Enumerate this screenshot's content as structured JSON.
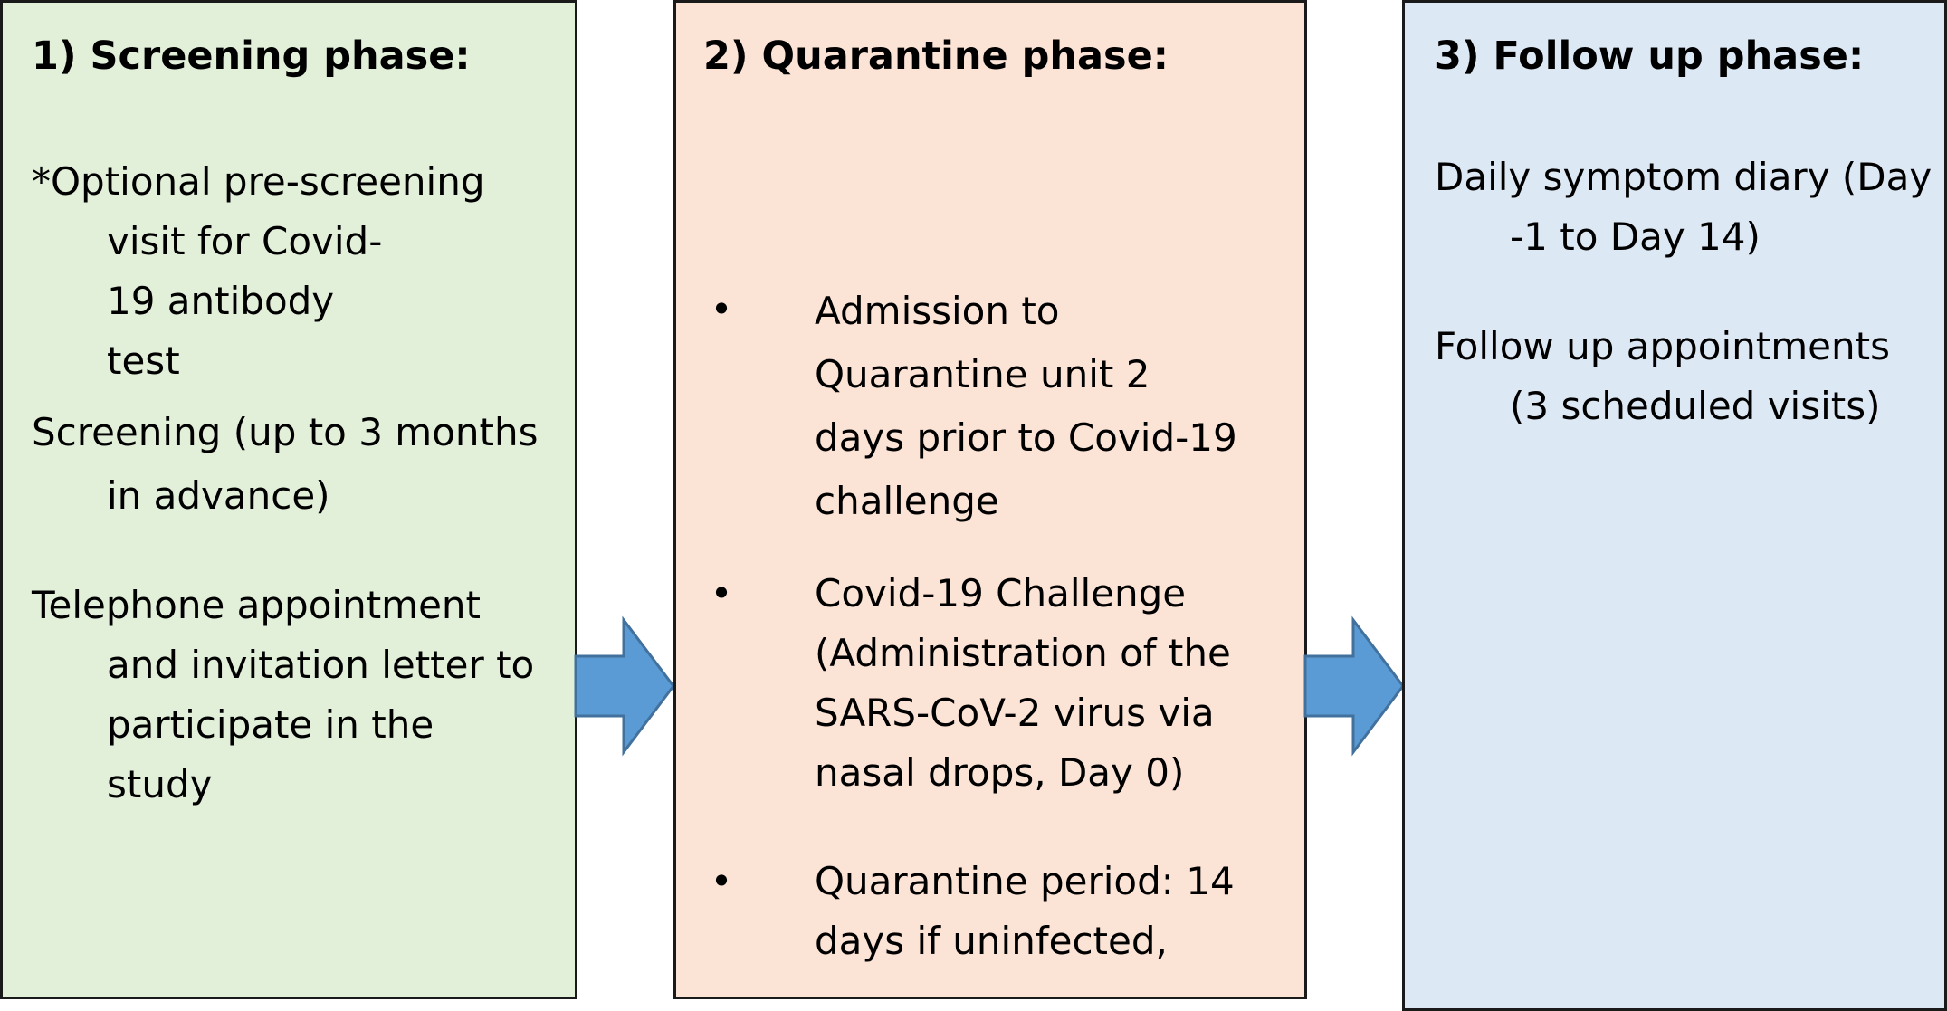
{
  "screening": {
    "title": "1) Screening phase:",
    "paragraphs": [
      {
        "first": "*Optional pre-screening",
        "rest": "visit for Covid-19 antibody test"
      },
      {
        "first": "Screening (up to 3 months",
        "rest": "in advance)"
      },
      {
        "first": "Telephone appointment",
        "rest": "and invitation letter to participate in the study"
      }
    ]
  },
  "quarantine": {
    "title": "2) Quarantine phase:",
    "bullets": [
      {
        "symbol": "•",
        "text": "Admission to Quarantine unit 2 days prior to Covid-19 challenge"
      },
      {
        "symbol": "•",
        "text": "Covid-19 Challenge (Administration of the SARS-CoV-2 virus via nasal drops, Day 0)"
      },
      {
        "symbol": "•",
        "text": "Quarantine period: 14 days if uninfected,"
      }
    ]
  },
  "followup": {
    "title": "3) Follow up phase:",
    "paragraphs": [
      {
        "first": "Daily symptom diary (Day",
        "rest": "-1 to Day 14)"
      },
      {
        "first": "Follow up appointments",
        "rest": "(3 scheduled visits)"
      }
    ]
  },
  "colors": {
    "screening_fill": "#e2efd9",
    "quarantine_fill": "#fbe3d6",
    "followup_fill": "#dde8f5",
    "arrow_fill": "#5b9bd5",
    "arrow_stroke": "#41719c"
  }
}
